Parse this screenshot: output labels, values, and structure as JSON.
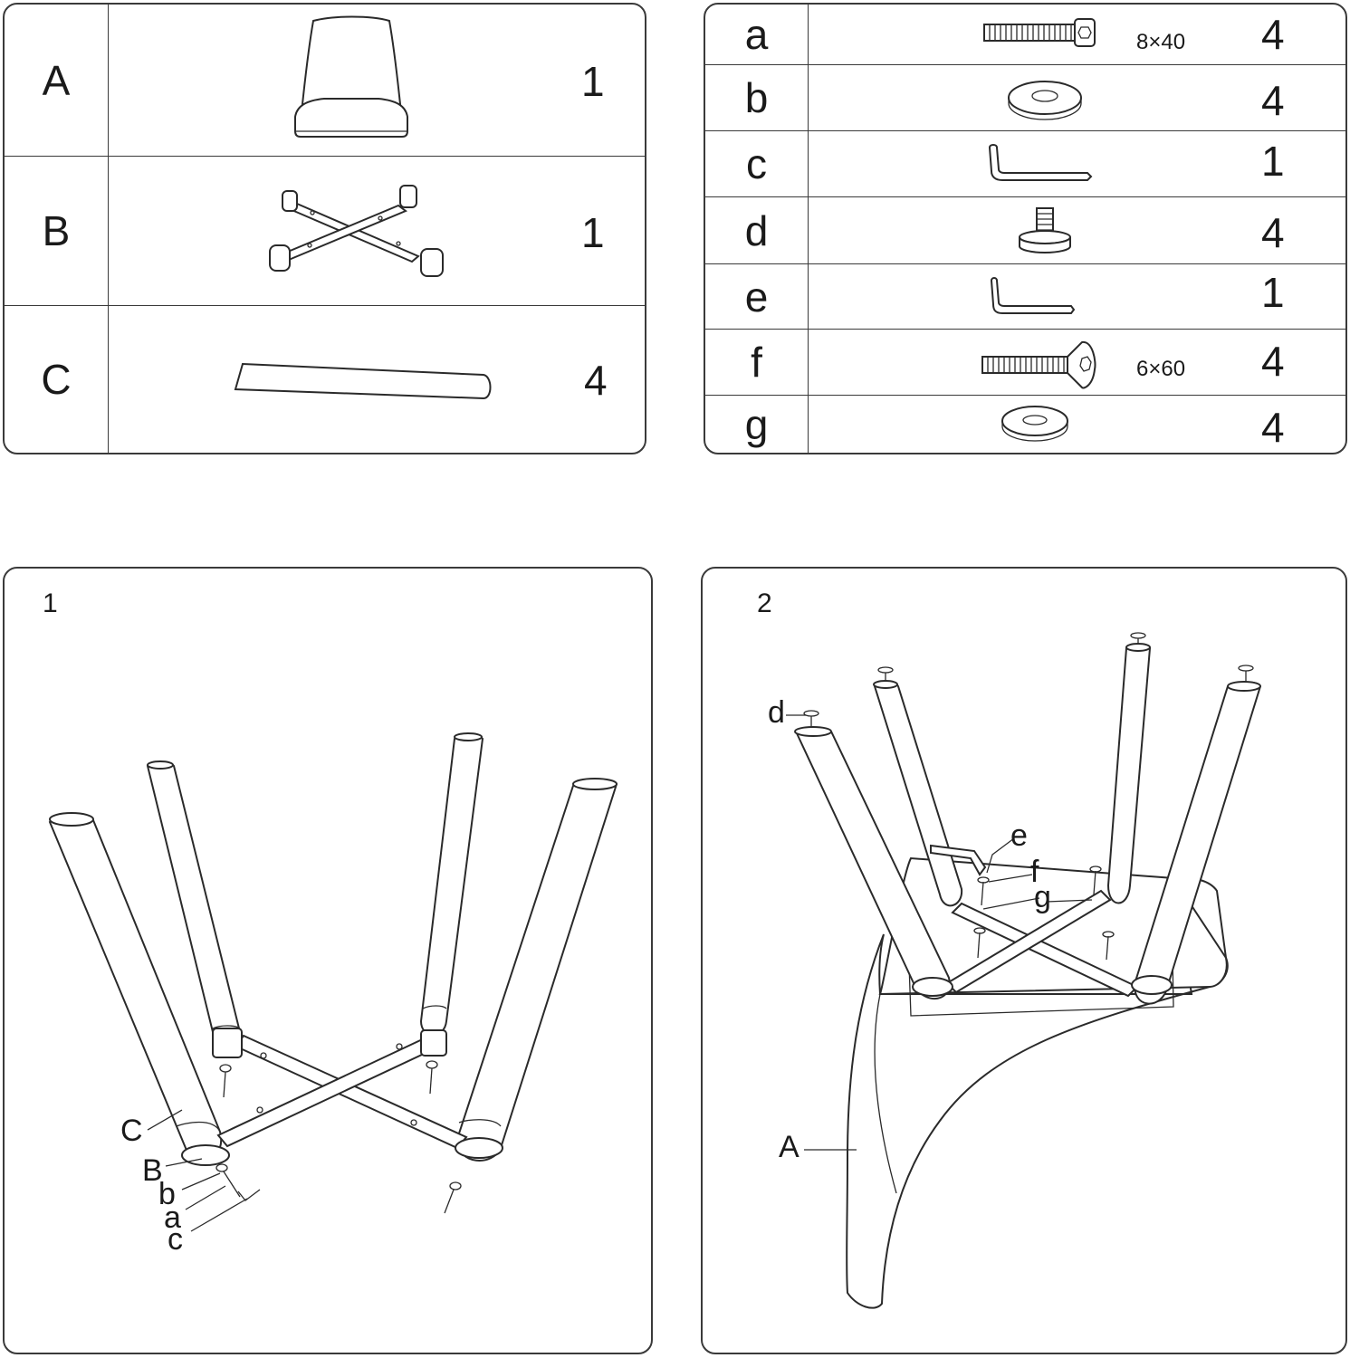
{
  "main_parts": [
    {
      "letter": "A",
      "qty": "1"
    },
    {
      "letter": "B",
      "qty": "1"
    },
    {
      "letter": "C",
      "qty": "4"
    }
  ],
  "hardware": [
    {
      "letter": "a",
      "qty": "4",
      "size": "8×40"
    },
    {
      "letter": "b",
      "qty": "4",
      "size": ""
    },
    {
      "letter": "c",
      "qty": "1",
      "size": ""
    },
    {
      "letter": "d",
      "qty": "4",
      "size": ""
    },
    {
      "letter": "e",
      "qty": "1",
      "size": ""
    },
    {
      "letter": "f",
      "qty": "4",
      "size": "6×60"
    },
    {
      "letter": "g",
      "qty": "4",
      "size": ""
    }
  ],
  "step1": {
    "number": "1",
    "callouts": {
      "C": "C",
      "B": "B",
      "b": "b",
      "a": "a",
      "c": "c"
    }
  },
  "step2": {
    "number": "2",
    "callouts": {
      "d": "d",
      "e": "e",
      "f": "f",
      "g": "g",
      "A": "A"
    }
  }
}
